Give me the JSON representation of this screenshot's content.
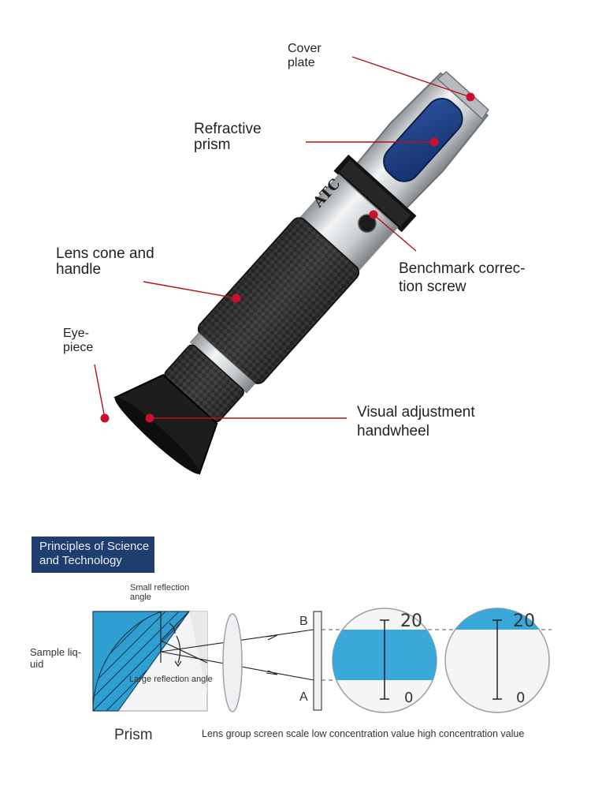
{
  "callouts": {
    "cover_plate": [
      "Cover",
      "plate"
    ],
    "refractive_prism": [
      "Refractive",
      "prism"
    ],
    "lens_cone": [
      "Lens cone and",
      "handle"
    ],
    "eyepiece": [
      "Eye-",
      "piece"
    ],
    "benchmark_screw": [
      "Benchmark correc-",
      "tion screw"
    ],
    "handwheel": [
      "Visual adjustment",
      "handwheel"
    ]
  },
  "device": {
    "atc_mark": "ATC"
  },
  "principles": {
    "banner": [
      "Principles of Science",
      "and Technology"
    ],
    "small_angle": [
      "Small reflection",
      "angle"
    ],
    "sample_liquid": [
      "Sample liq-",
      "uid"
    ],
    "large_angle": "Large reflection angle",
    "point_b": "B",
    "point_a": "A",
    "scale_top": "20",
    "scale_bottom": "0",
    "prism_label": "Prism",
    "caption": "Lens group screen scale low concentration value high concentration value"
  },
  "colors": {
    "callout_line": "#b5121b",
    "callout_dot": "#c8102e",
    "banner_bg": "#1f3d6e",
    "scale_blue": "#3aa8d8",
    "prism_blue": "#2e9fd0",
    "rubber_grip": "#2b2b2b",
    "metal": "#cfd3d6"
  }
}
